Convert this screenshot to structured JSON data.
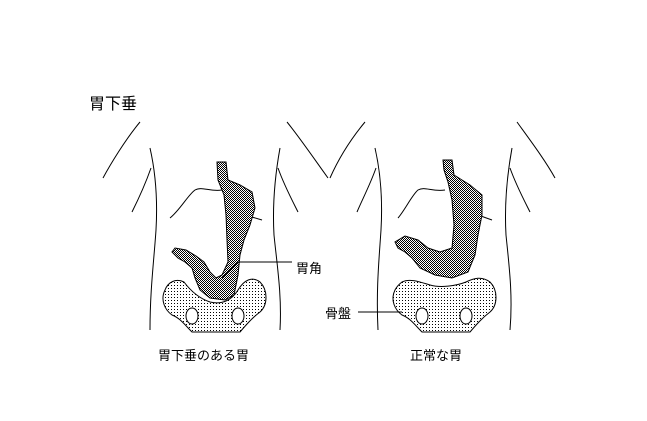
{
  "title": "胃下垂",
  "figures": [
    {
      "id": "ptosis",
      "caption": "胃下垂のある胃",
      "annotation": "胃角"
    },
    {
      "id": "normal",
      "caption": "正常な胃",
      "annotation": "骨盤"
    }
  ],
  "colors": {
    "line": "#000000",
    "stomach_fill": "#555555",
    "pelvis_fill": "#dddddd",
    "background": "#ffffff"
  }
}
